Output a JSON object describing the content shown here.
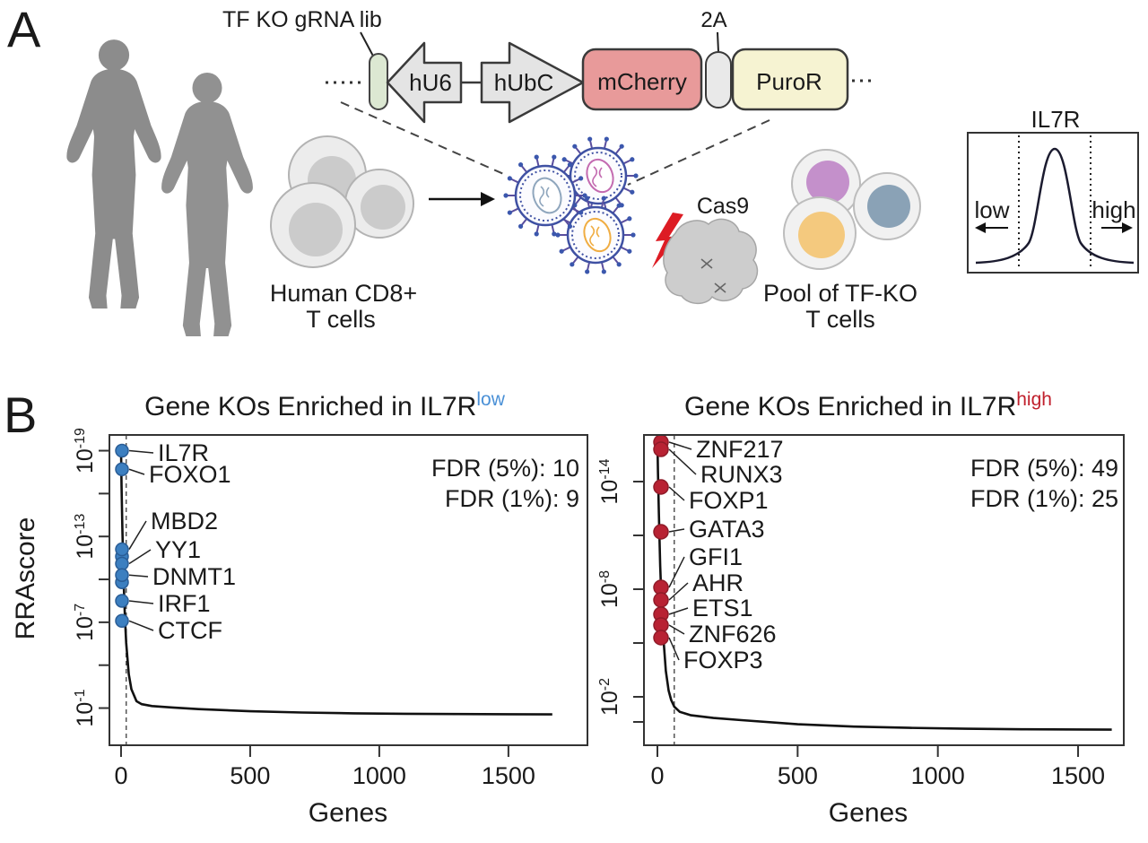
{
  "panel_a": {
    "label": "A",
    "construct": {
      "library_label": "TF KO gRNA lib",
      "hu6_label": "hU6",
      "hubc_label": "hUbC",
      "mcherry_label": "mCherry",
      "linker_label": "2A",
      "puror_label": "PuroR",
      "grna_fill": "#dce8d2",
      "arrow_fill": "#e4e4e4",
      "mcherry_fill": "#e89a9a",
      "linker_fill": "#e9e9e9",
      "puror_fill": "#f6f3d2"
    },
    "human_cells_label": {
      "line1": "Human CD8+",
      "line2": "T cells"
    },
    "cas9_label": "Cas9",
    "pool_label": {
      "line1": "Pool of TF-KO",
      "line2": "T cells"
    },
    "gate": {
      "title": "IL7R",
      "low_label": "low",
      "high_label": "high",
      "low_color": "#4a90d6",
      "high_color": "#c0202c"
    }
  },
  "panel_b": {
    "label": "B",
    "ylabel": "RRAscore",
    "xlabel": "Genes"
  },
  "chart_data": [
    {
      "type": "line",
      "title": "Gene KOs Enriched in IL7R",
      "title_superscript": "low",
      "superscript_color": "#4a90d6",
      "dot_color": "#3c7fc0",
      "dot_edge_color": "#2a5d96",
      "xlabel": "Genes",
      "ylabel": "RRAscore",
      "x_ticks": [
        0,
        500,
        1000,
        1500
      ],
      "y_tick_exponents": [
        -19,
        -13,
        -7,
        -1
      ],
      "y_minor_tick_exponents": [
        -16,
        -10,
        -4
      ],
      "xlim": [
        -45,
        1806
      ],
      "ylim_exponents": [
        -20.1,
        1.6
      ],
      "fdr_text": [
        "FDR (5%): 10",
        "FDR (1%): 9"
      ],
      "cutoff_rank": 20,
      "genes": [
        {
          "name": "IL7R",
          "exponent": -19.0
        },
        {
          "name": "FOXO1",
          "exponent": -17.7
        },
        {
          "name": "MBD2",
          "exponent": -12.1
        },
        {
          "name": "YY1",
          "exponent": -11.1
        },
        {
          "name": "DNMT1",
          "exponent": -10.3
        },
        {
          "name": "IRF1",
          "exponent": -8.5
        },
        {
          "name": "CTCF",
          "exponent": -7.1
        }
      ],
      "extra_dot_exponents": [
        -11.6,
        -9.8
      ],
      "curve_rank_exponent": [
        [
          0,
          -18.95
        ],
        [
          2,
          -16.6
        ],
        [
          5,
          -13.66
        ],
        [
          10,
          -9.95
        ],
        [
          15,
          -7.35
        ],
        [
          20,
          -5.55
        ],
        [
          30,
          -3.37
        ],
        [
          40,
          -2.32
        ],
        [
          60,
          -1.48
        ],
        [
          80,
          -1.27
        ],
        [
          120,
          -1.14
        ],
        [
          200,
          -1.04
        ],
        [
          300,
          -0.93
        ],
        [
          500,
          -0.78
        ],
        [
          700,
          -0.69
        ],
        [
          900,
          -0.63
        ],
        [
          1100,
          -0.6
        ],
        [
          1300,
          -0.58
        ],
        [
          1500,
          -0.57
        ],
        [
          1670,
          -0.56
        ]
      ]
    },
    {
      "type": "line",
      "title": "Gene KOs Enriched in IL7R",
      "title_superscript": "high",
      "superscript_color": "#c0202c",
      "dot_color": "#b82233",
      "dot_edge_color": "#8f1b28",
      "xlabel": "Genes",
      "ylabel": "",
      "x_ticks": [
        0,
        500,
        1000,
        1500
      ],
      "y_tick_exponents": [
        -14,
        -8,
        -2
      ],
      "y_minor_tick_exponents": [
        -11,
        -5,
        -0.6
      ],
      "xlim": [
        -48,
        1663
      ],
      "ylim_exponents": [
        -16.6,
        0.7
      ],
      "fdr_text": [
        "FDR (5%): 49",
        "FDR (1%): 25"
      ],
      "cutoff_rank": 60,
      "genes": [
        {
          "name": "ZNF217",
          "exponent": -16.2
        },
        {
          "name": "RUNX3",
          "exponent": -15.8
        },
        {
          "name": "FOXP1",
          "exponent": -13.7
        },
        {
          "name": "GATA3",
          "exponent": -11.2
        },
        {
          "name": "GFI1",
          "exponent": -8.1
        },
        {
          "name": "AHR",
          "exponent": -7.4
        },
        {
          "name": "ETS1",
          "exponent": -6.6
        },
        {
          "name": "ZNF626",
          "exponent": -6.0
        },
        {
          "name": "FOXP3",
          "exponent": -5.3
        }
      ],
      "extra_dot_exponents": [],
      "curve_rank_exponent": [
        [
          0,
          -16.35
        ],
        [
          2,
          -14.57
        ],
        [
          5,
          -12.28
        ],
        [
          10,
          -9.31
        ],
        [
          15,
          -7.13
        ],
        [
          20,
          -5.53
        ],
        [
          30,
          -3.44
        ],
        [
          40,
          -2.35
        ],
        [
          49,
          -1.83
        ],
        [
          60,
          -1.45
        ],
        [
          80,
          -1.16
        ],
        [
          120,
          -0.97
        ],
        [
          200,
          -0.82
        ],
        [
          300,
          -0.7
        ],
        [
          500,
          -0.47
        ],
        [
          700,
          -0.34
        ],
        [
          900,
          -0.27
        ],
        [
          1100,
          -0.22
        ],
        [
          1300,
          -0.19
        ],
        [
          1500,
          -0.18
        ],
        [
          1620,
          -0.17
        ]
      ]
    }
  ]
}
